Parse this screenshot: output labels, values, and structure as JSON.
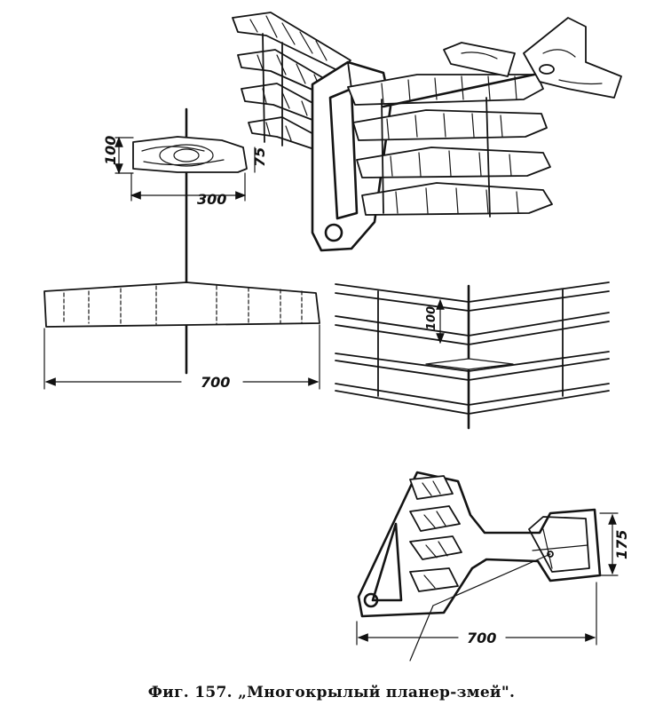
{
  "caption": "Фиг. 157. „Многокрылый планер-змей\".",
  "dimensions": {
    "profile_height": "100",
    "profile_rear_height": "75",
    "profile_chord": "300",
    "wing_span_top": "700",
    "wing_gap": "100",
    "side_height": "175",
    "side_length": "700"
  }
}
